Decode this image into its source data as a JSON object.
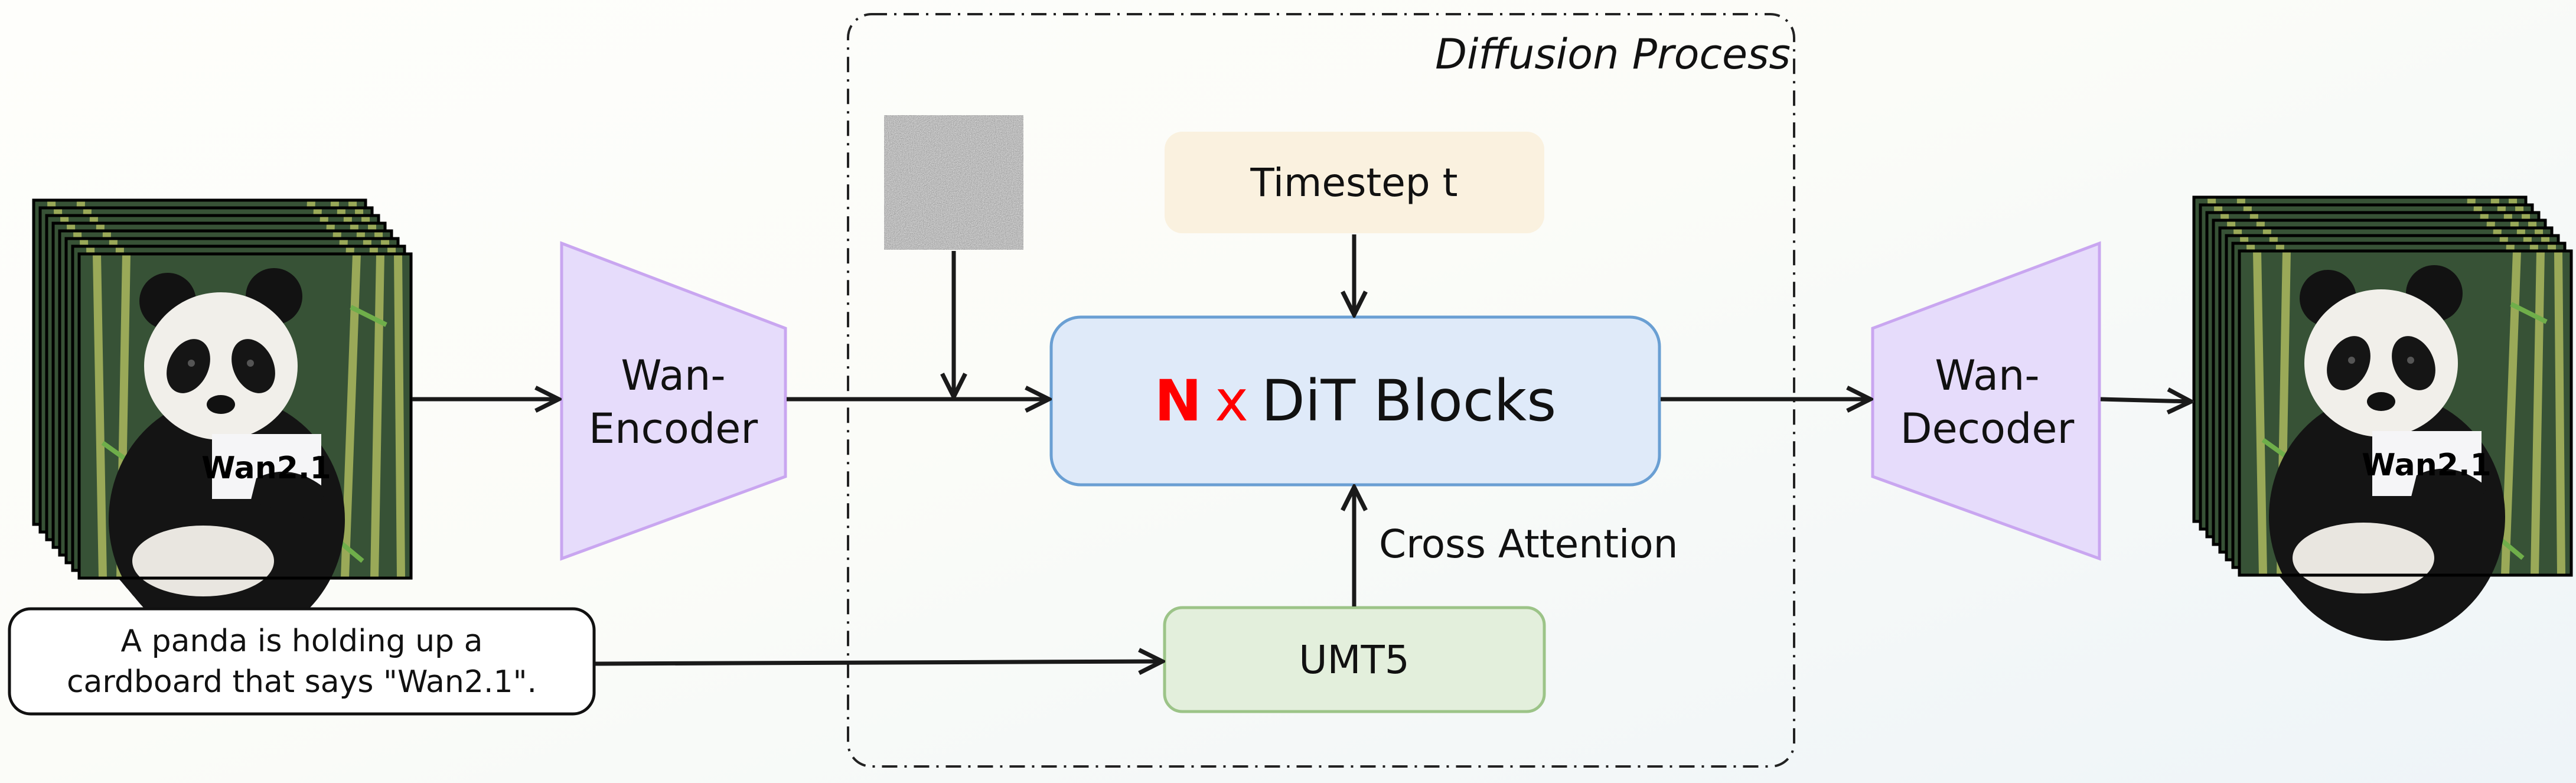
{
  "diffusion_process_label": "Diffusion Process",
  "encoder": {
    "line1": "Wan-",
    "line2": "Encoder"
  },
  "decoder": {
    "line1": "Wan-",
    "line2": "Decoder"
  },
  "timestep": "Timestep t",
  "dit": {
    "n": "N",
    "x": "x",
    "label": "DiT Blocks"
  },
  "cross_attention": "Cross Attention",
  "umt5": "UMT5",
  "prompt": {
    "line1": "A panda is holding up a",
    "line2": "cardboard that says \"Wan2.1\"."
  },
  "panda_sign_text": "Wan2.1",
  "colors": {
    "encoder_fill": "#e6dcfb",
    "encoder_stroke": "#c9a6f0",
    "timestep_fill": "#faf1df",
    "dit_fill": "#dfeaf9",
    "dit_stroke": "#6a9fd3",
    "umt5_fill": "#e3efdc",
    "umt5_stroke": "#9cc488",
    "accent_red": "#ff0000"
  }
}
